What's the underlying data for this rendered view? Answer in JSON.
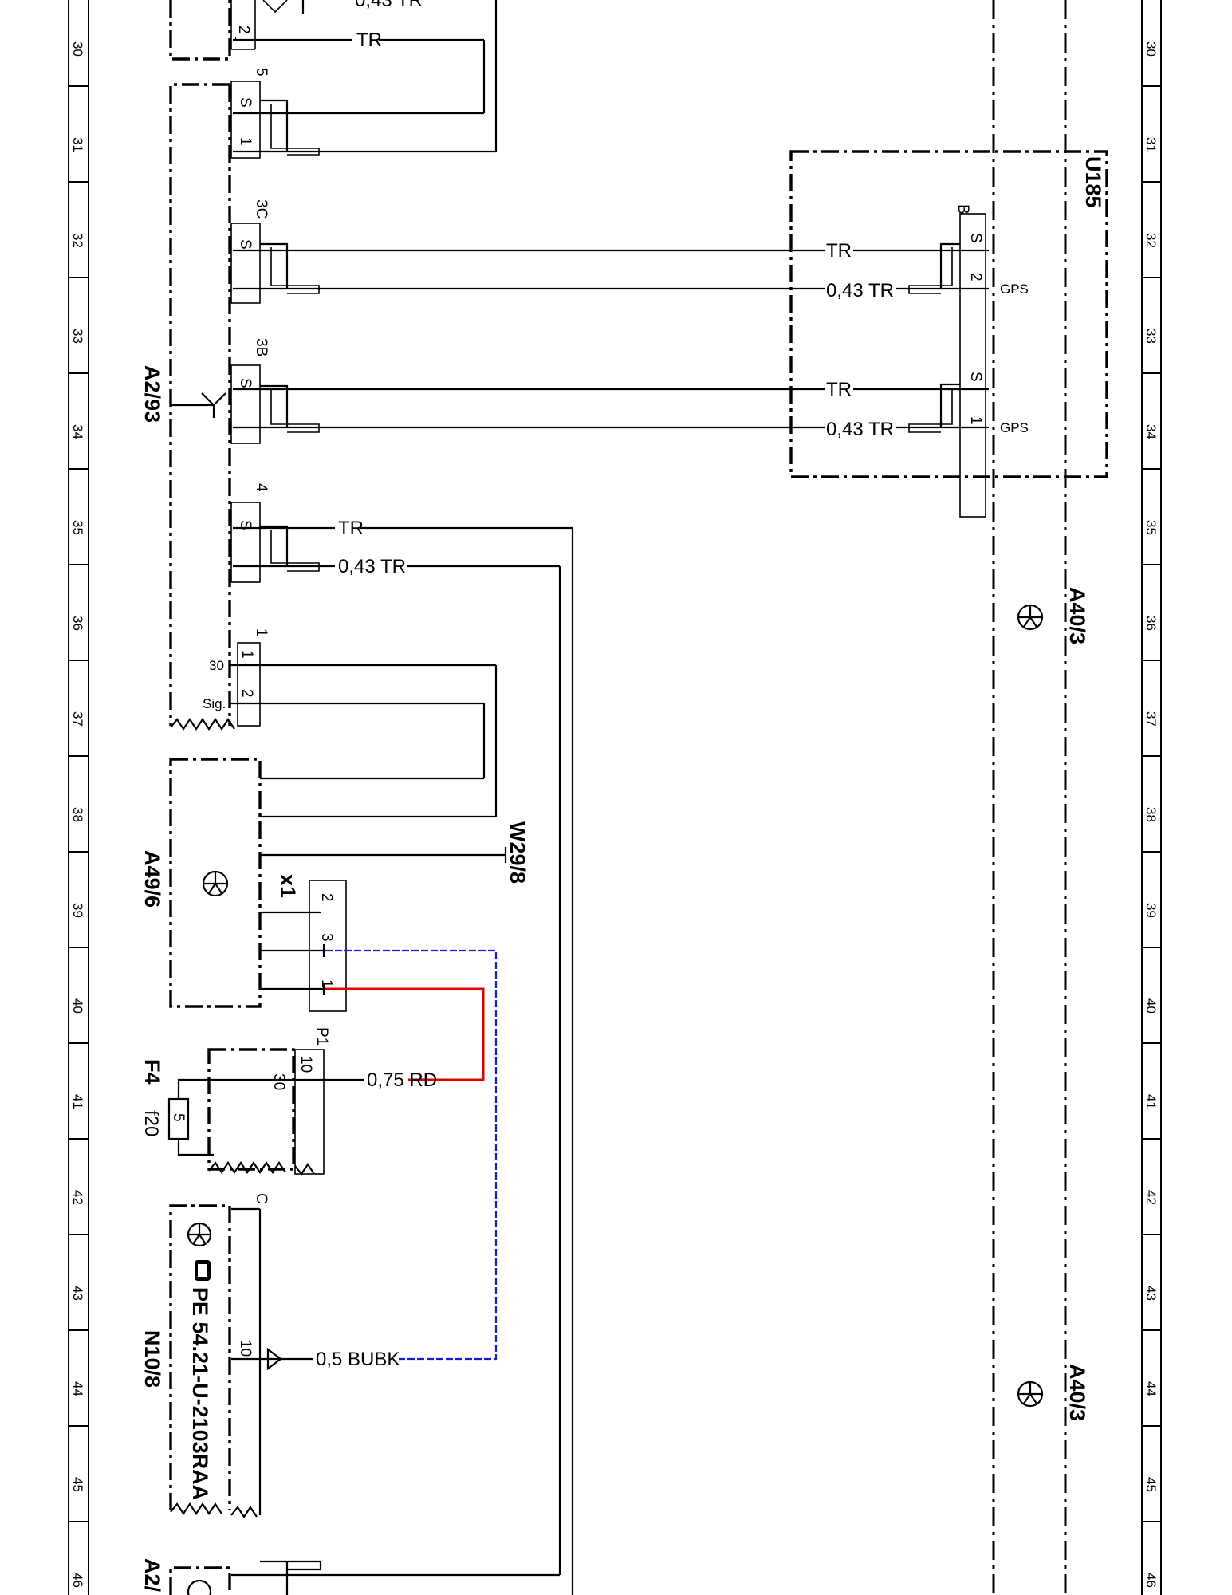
{
  "ruler": {
    "numbers": [
      "30",
      "31",
      "32",
      "33",
      "34",
      "35",
      "36",
      "37",
      "38",
      "39",
      "40",
      "41",
      "42",
      "43",
      "44",
      "45",
      "46"
    ]
  },
  "components": {
    "a2_93": {
      "id": "A2/93"
    },
    "a49_6": {
      "id": "A49/6"
    },
    "f4": {
      "id": "F4",
      "fuse": "f20",
      "fuse_value": "5"
    },
    "n10_8": {
      "id": "N10/8",
      "doc_ref": "PE 54.21-U-2103RAA"
    },
    "u185": {
      "id": "U185"
    },
    "a40_3": {
      "id": "A40/3"
    },
    "w29_8": {
      "id": "W29/8"
    },
    "x1": {
      "id": "x1"
    },
    "a2_partial": {
      "id": "A2/"
    }
  },
  "pins": {
    "p5": "5",
    "p2": "2",
    "p1": "1",
    "p3c": "3C",
    "p3b": "3B",
    "p4": "4",
    "shield": "S",
    "p30": "30",
    "sig": "Sig.",
    "pb": "B",
    "gps": "GPS",
    "x1_2": "2",
    "x1_3": "3",
    "x1_1": "1",
    "p1conn": "P1",
    "p10": "10",
    "pc": "C",
    "p30b": "30"
  },
  "wires": {
    "tr": "TR",
    "tr043": "0,43  TR",
    "rd075": "0,75  RD",
    "bubk05": "0,5  BUBK"
  },
  "colors": {
    "wire_default": "#000000",
    "wire_red": "#e00000",
    "wire_blue": "#1a1ad0"
  }
}
